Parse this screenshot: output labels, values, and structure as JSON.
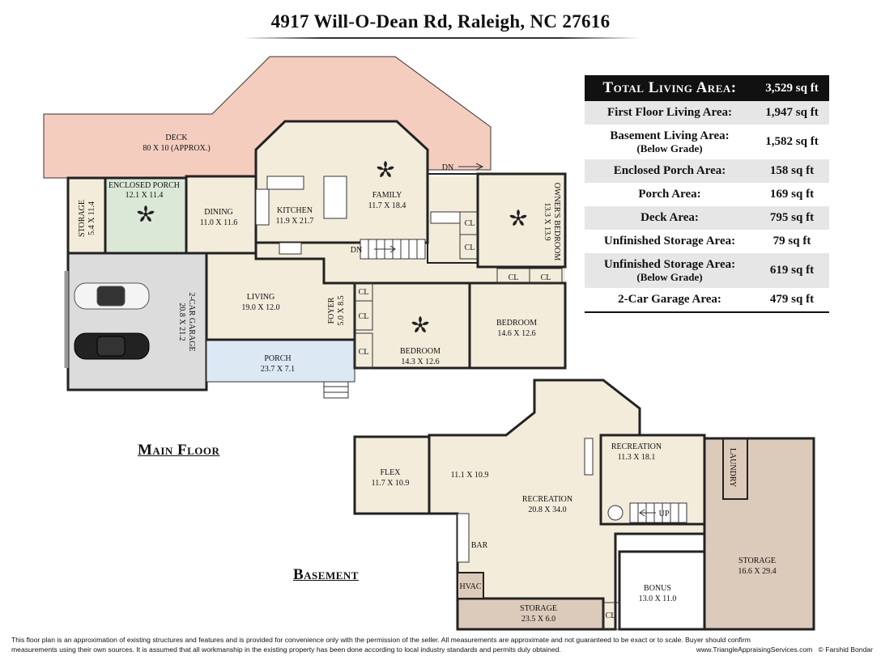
{
  "title": "4917 Will-O-Dean Rd, Raleigh, NC 27616",
  "colors": {
    "deck": "#f4cdbf",
    "porch": "#dce9f5",
    "enclosed_porch": "#dbe8d7",
    "garage": "#dcdcdc",
    "storage_unfinished": "#dccabb",
    "interior": "#f3ecdb",
    "wall": "#222222"
  },
  "areas": {
    "total": {
      "label": "Total Living Area:",
      "value": "3,529 sq ft"
    },
    "rows": [
      {
        "label": "First Floor Living Area:",
        "sub": "",
        "value": "1,947 sq ft"
      },
      {
        "label": "Basement Living Area:",
        "sub": "(Below Grade)",
        "value": "1,582 sq ft"
      },
      {
        "label": "Enclosed Porch Area:",
        "sub": "",
        "value": "158 sq ft"
      },
      {
        "label": "Porch Area:",
        "sub": "",
        "value": "169 sq ft"
      },
      {
        "label": "Deck Area:",
        "sub": "",
        "value": "795 sq ft"
      },
      {
        "label": "Unfinished Storage Area:",
        "sub": "",
        "value": "79 sq ft"
      },
      {
        "label": "Unfinished Storage Area:",
        "sub": "(Below Grade)",
        "value": "619 sq ft"
      },
      {
        "label": "2-Car Garage Area:",
        "sub": "",
        "value": "479 sq ft"
      }
    ]
  },
  "floors": {
    "main": "Main Floor",
    "basement": "Basement"
  },
  "rooms": {
    "deck": {
      "name": "DECK",
      "dims": "80 X 10 (APPROX.)"
    },
    "enclosed_porch": {
      "name": "ENCLOSED PORCH",
      "dims": "12.1 X 11.4"
    },
    "storage_main": {
      "name": "STORAGE",
      "dims": "5.4 X 11.4"
    },
    "dining": {
      "name": "DINING",
      "dims": "11.0 X 11.6"
    },
    "kitchen": {
      "name": "KITCHEN",
      "dims": "11.9 X 21.7"
    },
    "family": {
      "name": "FAMILY",
      "dims": "11.7 X 18.4"
    },
    "owners_bedroom": {
      "name": "OWNER'S BEDROOM",
      "dims": "13.3 X 13.9"
    },
    "living": {
      "name": "LIVING",
      "dims": "19.0 X 12.0"
    },
    "foyer": {
      "name": "FOYER",
      "dims": "5.0 X 8.5"
    },
    "garage": {
      "name": "2-CAR GARAGE",
      "dims": "20.8 X 21.2"
    },
    "porch": {
      "name": "PORCH",
      "dims": "23.7 X 7.1"
    },
    "bedroom1": {
      "name": "BEDROOM",
      "dims": "14.3 X 12.6"
    },
    "bedroom2": {
      "name": "BEDROOM",
      "dims": "14.6 X 12.6"
    },
    "flex": {
      "name": "FLEX",
      "dims": "11.7 X 10.9"
    },
    "rec_upper": {
      "name": "",
      "dims": "11.1 X 10.9"
    },
    "recreation": {
      "name": "RECREATION",
      "dims": "20.8 X 34.0"
    },
    "recreation2": {
      "name": "RECREATION",
      "dims": "11.3 X 18.1"
    },
    "laundry": {
      "name": "LAUNDRY",
      "dims": ""
    },
    "storage_bsmt": {
      "name": "STORAGE",
      "dims": "16.6 X 29.4"
    },
    "bonus": {
      "name": "BONUS",
      "dims": "13.0 X 11.0"
    },
    "storage_bottom": {
      "name": "STORAGE",
      "dims": "23.5 X 6.0"
    }
  },
  "small_labels": {
    "cl": "CL",
    "dn": "DN",
    "up": "UP",
    "bar": "BAR",
    "hvac": "HVAC"
  },
  "footer": {
    "line1": "This floor plan is an approximation of existing structures and features and is provided for convenience only with the permission of the seller.  All measurements are approximate and not guaranteed to be exact or to scale.  Buyer should confirm",
    "line2": "measurements using their own sources.  It is assumed that all workmanship in the existing property has been done according to local industry standards and permits duly obtained.",
    "site": "www.TriangleAppraisingServices.com",
    "copyright": "© Farshid Bondar"
  }
}
